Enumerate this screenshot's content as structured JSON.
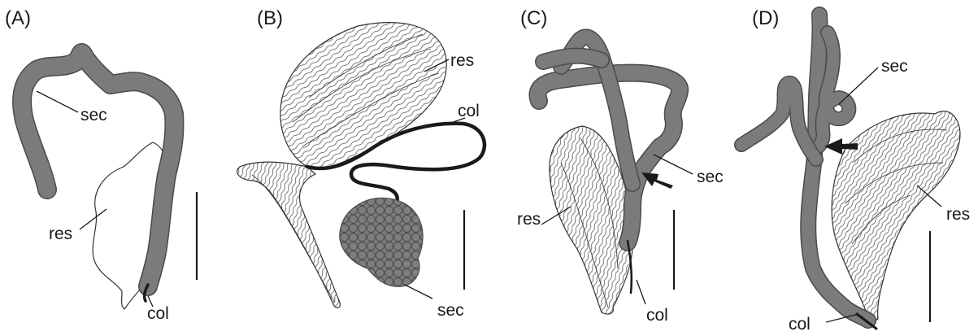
{
  "colors": {
    "gland": "#7b7b7b",
    "gland_edge": "#4a4a4a",
    "ink": "#1a1a1a"
  },
  "panels": [
    {
      "id": "A",
      "letter": "(A)",
      "labels": {
        "sec": "sec",
        "res": "res",
        "col": "col"
      }
    },
    {
      "id": "B",
      "letter": "(B)",
      "labels": {
        "res": "res",
        "col": "col",
        "sec": "sec"
      }
    },
    {
      "id": "C",
      "letter": "(C)",
      "labels": {
        "sec": "sec",
        "res": "res",
        "col": "col"
      }
    },
    {
      "id": "D",
      "letter": "(D)",
      "labels": {
        "sec": "sec",
        "res": "res",
        "col": "col"
      }
    }
  ]
}
